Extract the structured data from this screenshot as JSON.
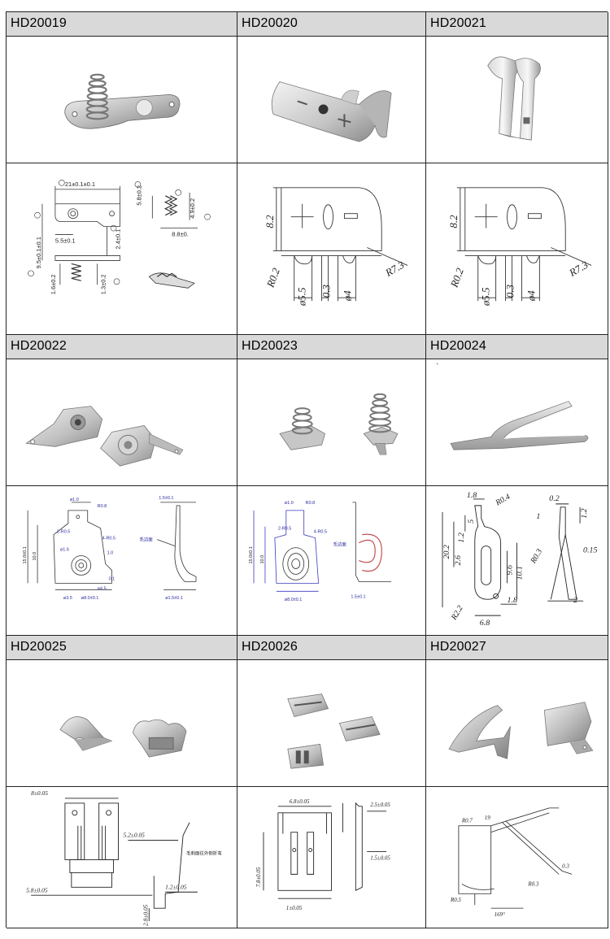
{
  "rows": [
    {
      "codes": [
        "HD20019",
        "HD20020",
        "HD20021"
      ]
    },
    {
      "codes": [
        "HD20022",
        "HD20023",
        "HD20024"
      ]
    },
    {
      "codes": [
        "HD20025",
        "HD20026",
        "HD20027"
      ]
    }
  ],
  "drawings": {
    "hd20019": {
      "dim_width": "21±0.1±0.1",
      "dim_spring_h": "5.8±0.2",
      "dim_spring_h2": "4.9±0.2",
      "dim_offset": "5.5±0.1",
      "dim_dia": "8.8±0.",
      "dim_height": "9.5±0.1±0.1",
      "dim_tab": "2.4±0.1",
      "dim_thick": "1.6±0.2",
      "dim_coil": "1.3±0.2"
    },
    "hd20020": {
      "dim_h": "8.2",
      "dim_r1": "R0.2",
      "dim_r2": "R7.3",
      "dim_d1": "ø5.5",
      "dim_t": "0.3",
      "dim_d2": "ø4"
    },
    "hd20021": {
      "dim_h": "8.2",
      "dim_r1": "R0.2",
      "dim_r2": "R7.3",
      "dim_d1": "ø5.5",
      "dim_t": "0.3",
      "dim_d2": "ø4"
    },
    "hd20024": {
      "d1": "1.8",
      "d2": "R0.4",
      "d3": "5",
      "d4": "1.2",
      "d5": "20.2",
      "d6": "2.6",
      "d7": "9.6",
      "d8": "10.1",
      "d9": "1.8",
      "d10": "R2.2",
      "d11": "6.8",
      "d12": "0.2",
      "d13": "1",
      "d14": "1.2",
      "d15": "R0.3",
      "d16": "0.15",
      "d17": "2"
    },
    "hd20025": {
      "d1": "8±0.05",
      "d2": "5.2±0.05",
      "d3": "5.8±0.05",
      "d4": "1.2±0.05",
      "d5": "2.8±0.05"
    },
    "hd20026": {
      "d1": "6.8±0.05",
      "d2": "2.5±0.05",
      "d3": "7.8±0.05",
      "d4": "1.5±0.05",
      "d5": "1±0.05"
    },
    "hd20027": {
      "d1": "R0.7",
      "d2": "19",
      "d3": "R0.3",
      "d4": "R0.5",
      "d5": "169°",
      "d6": "0.3"
    }
  }
}
